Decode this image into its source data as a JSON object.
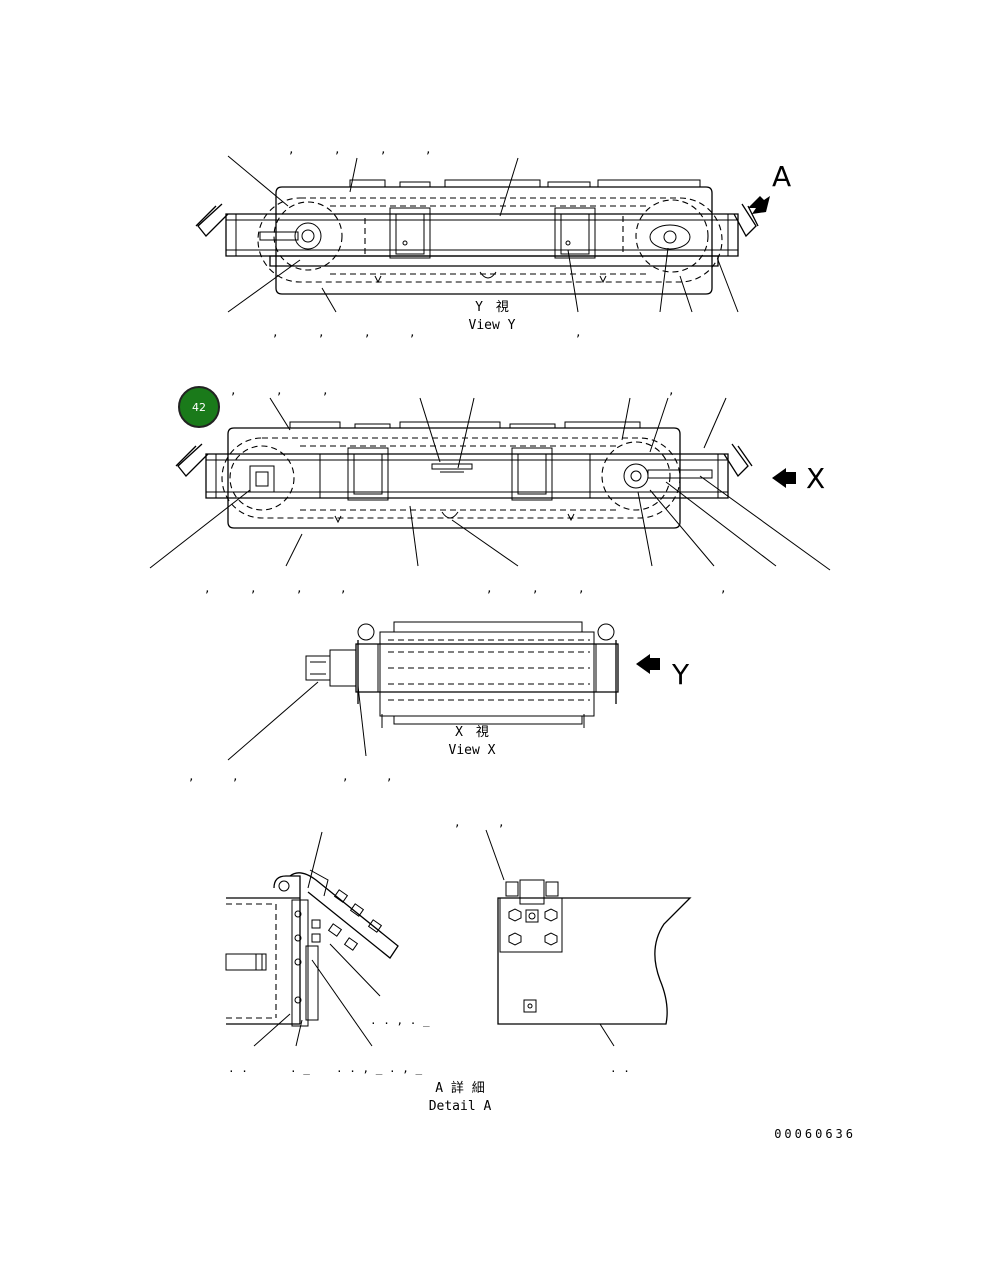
{
  "badge": {
    "label": "42",
    "color": "#1a7a1a"
  },
  "arrows": {
    "a": "A",
    "x": "X",
    "y": "Y"
  },
  "views": {
    "y": {
      "jp": "Y　視",
      "en": "View Y"
    },
    "x": {
      "jp": "X　視",
      "en": "View X"
    },
    "detail_a": {
      "jp": "A 詳 細",
      "en": "Detail A"
    }
  },
  "drawing_number": "00060636",
  "colors": {
    "line": "#000000",
    "badge": "#1a7a1a",
    "background": "#ffffff"
  }
}
